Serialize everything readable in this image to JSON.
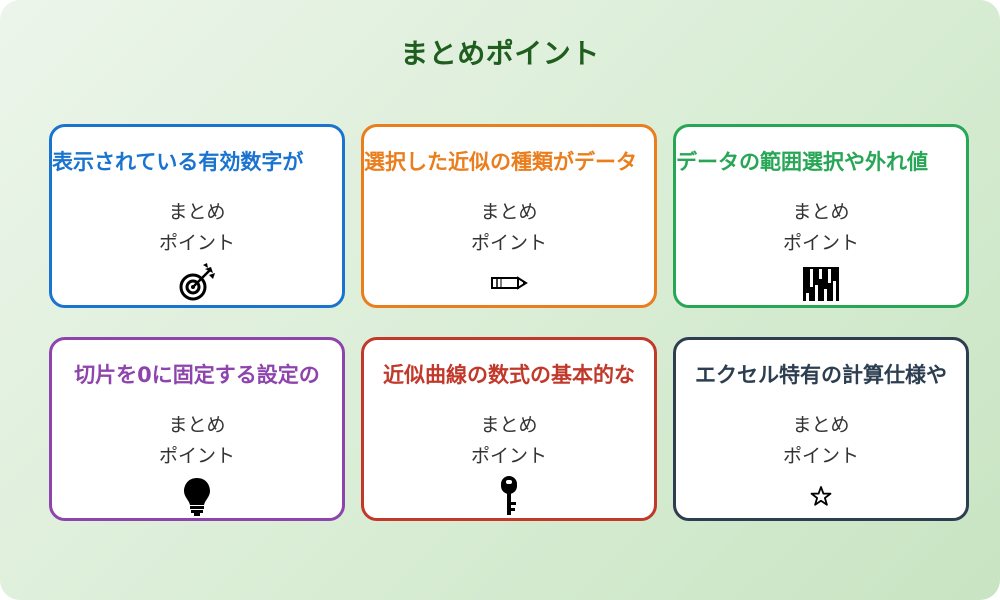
{
  "title": "まとめポイント",
  "cards": [
    {
      "title": "表示されている有効数字が",
      "line1": "まとめ",
      "line2": "ポイント",
      "icon": "target-icon",
      "color": "#1a73cf"
    },
    {
      "title": "選択した近似の種類がデータ",
      "line1": "まとめ",
      "line2": "ポイント",
      "icon": "pencil-icon",
      "color": "#ea7d1c"
    },
    {
      "title": "データの範囲選択や外れ値",
      "line1": "まとめ",
      "line2": "ポイント",
      "icon": "bar-chart-icon",
      "color": "#27a656"
    },
    {
      "title": "切片を0に固定する設定の",
      "line1": "まとめ",
      "line2": "ポイント",
      "icon": "lightbulb-icon",
      "color": "#8e44ad"
    },
    {
      "title": "近似曲線の数式の基本的な",
      "line1": "まとめ",
      "line2": "ポイント",
      "icon": "key-icon",
      "color": "#c0392b"
    },
    {
      "title": "エクセル特有の計算仕様や",
      "line1": "まとめ",
      "line2": "ポイント",
      "icon": "star-icon",
      "color": "#2c3e50"
    }
  ]
}
